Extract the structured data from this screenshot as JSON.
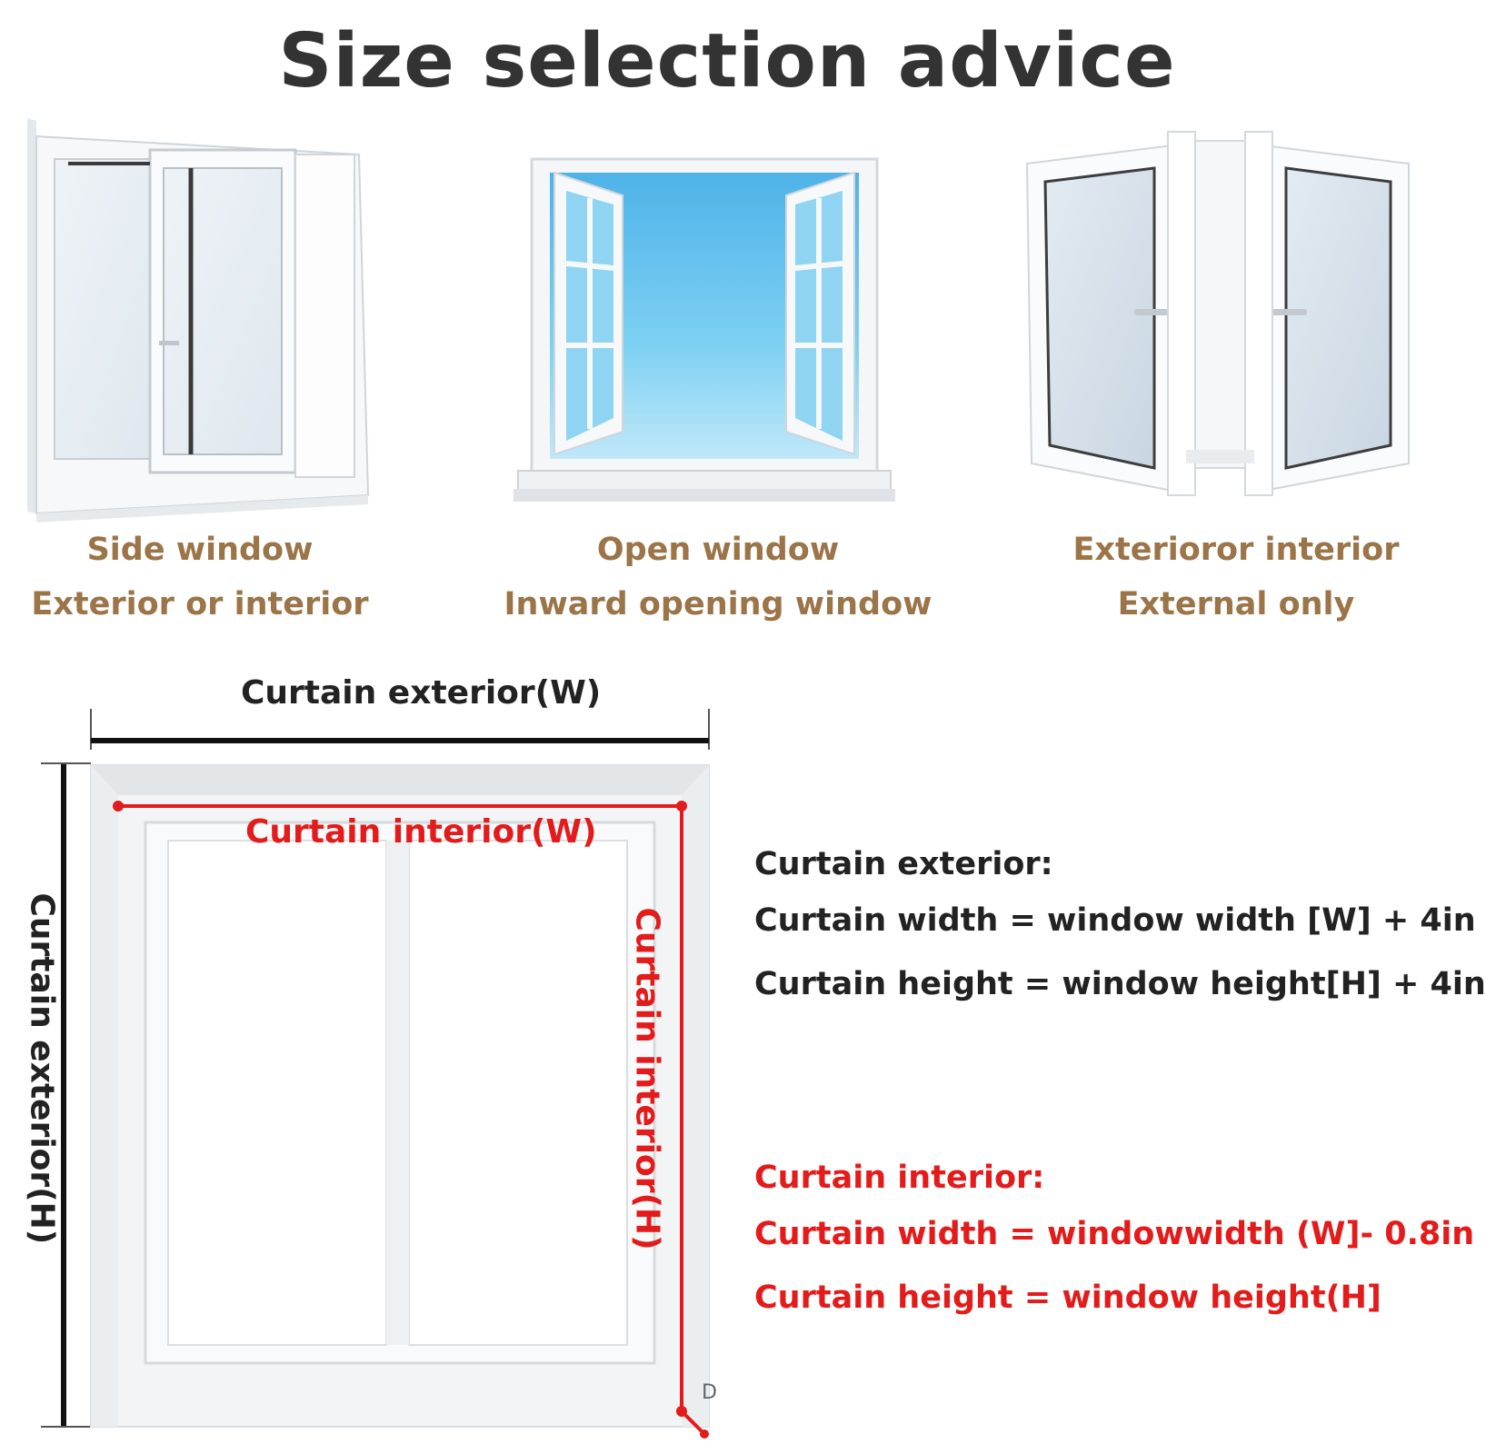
{
  "title": "Size selection advice",
  "colors": {
    "caption": "#9b7448",
    "interior_red": "#e31b1b",
    "exterior_dark": "#222222",
    "sky_blue": "#6fcdf2"
  },
  "windows": [
    {
      "icon": "sliding-window-icon",
      "line1": "Side window",
      "line2": "Exterior or interior"
    },
    {
      "icon": "open-casement-window-icon",
      "line1": "Open window",
      "line2": "Inward opening window"
    },
    {
      "icon": "double-casement-window-icon",
      "line1": "Exterioror interior",
      "line2": "External only"
    }
  ],
  "diagram": {
    "exterior_width_label": "Curtain exterior(W)",
    "interior_width_label": "Curtain interior(W)",
    "exterior_height_label": "Curtain exterior(H)",
    "interior_height_label": "Curtain interior(H)",
    "corner_label": "D"
  },
  "formulas": {
    "exterior": {
      "heading": "Curtain exterior:",
      "width": "Curtain width = window width [W] + 4in",
      "height": "Curtain height = window height[H] + 4in"
    },
    "interior": {
      "heading": "Curtain interior:",
      "width": "Curtain width = windowwidth (W]- 0.8in",
      "height": "Curtain height = window height(H]"
    }
  }
}
